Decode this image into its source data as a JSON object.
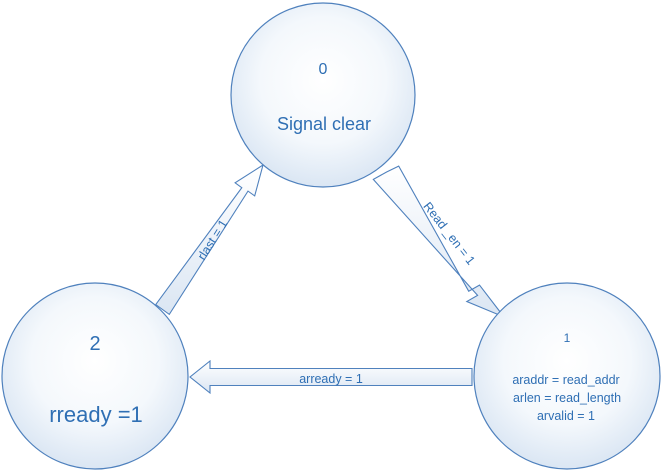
{
  "colors": {
    "outline": "#4f81bd",
    "text": "#2f6fb4",
    "fill_light": "#ffffff",
    "fill_dark": "#d6e3f2"
  },
  "states": {
    "s0": {
      "number": "0",
      "lines": [
        "Signal clear"
      ]
    },
    "s1": {
      "number": "1",
      "lines": [
        "araddr = read_addr",
        "arlen = read_length",
        "arvalid = 1"
      ]
    },
    "s2": {
      "number": "2",
      "lines": [
        "rready =1"
      ]
    }
  },
  "transitions": {
    "s0_to_s1": {
      "label": "Read _en = 1"
    },
    "s1_to_s2": {
      "label": "arready = 1"
    },
    "s2_to_s0": {
      "label": "rlast = 1"
    }
  }
}
